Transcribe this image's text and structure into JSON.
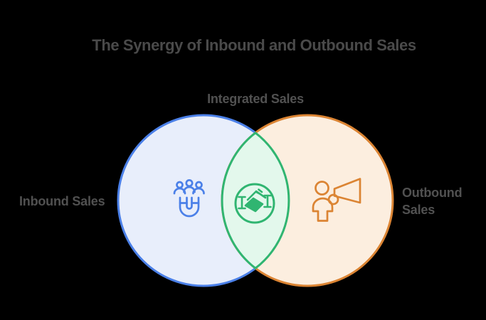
{
  "title": "The Synergy of Inbound and Outbound Sales",
  "venn": {
    "left_circle": {
      "label": "Inbound Sales",
      "icon": "magnet-attract-icon",
      "fill": "#E8EEFB",
      "stroke": "#4B80E8"
    },
    "right_circle": {
      "label": "Outbound Sales",
      "icon": "person-megaphone-icon",
      "fill": "#FCEEDF",
      "stroke": "#DB8433"
    },
    "overlap": {
      "label": "Integrated Sales",
      "icon": "handshake-icon",
      "fill": "#E3F8EC",
      "stroke": "#30B571"
    }
  },
  "colors": {
    "background": "#000000",
    "title_text": "#4A4A4A",
    "label_text": "#515151"
  }
}
